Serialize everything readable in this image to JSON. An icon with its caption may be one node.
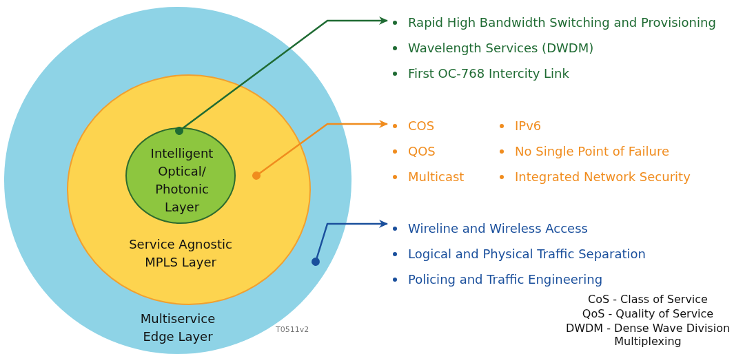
{
  "diagram": {
    "nodes": [
      {
        "text": [
          "Multiservice Edge Layer"
        ]
      },
      {
        "text": [
          "Service Agnostic MPLS Layer"
        ],
        "in": 0
      },
      {
        "text": [
          "Intelligent Optical/ Photonic Layer"
        ],
        "in": 1
      },
      {
        "text": [
          "Rapid High Bandwidth Switching and Provisioning",
          "Wavelength Services (DWDM)",
          "First OC-768 Intercity Link"
        ]
      },
      {
        "text": [
          "COS",
          "QOS",
          "Multicast",
          "IPv6",
          "No Single Point of Failure",
          "Integrated Network Security"
        ]
      },
      {
        "text": [
          "Wireline and Wireless Access",
          "Logical and Physical Traffic Separation",
          "Policing and Traffic Engineering"
        ]
      }
    ],
    "edges": [
      {
        "from": 2,
        "to": 3,
        "arrow": "to",
        "color": "#1f6b33"
      },
      {
        "from": 1,
        "to": 4,
        "arrow": "to",
        "color": "#f08c1e"
      },
      {
        "from": 0,
        "to": 5,
        "arrow": "to",
        "color": "#1a4f9c"
      }
    ],
    "labels": [
      "CoS - Class of Service",
      "QoS - Quality of Service",
      "DWDM - Dense Wave Division Multiplexing",
      "T0511v2"
    ]
  }
}
